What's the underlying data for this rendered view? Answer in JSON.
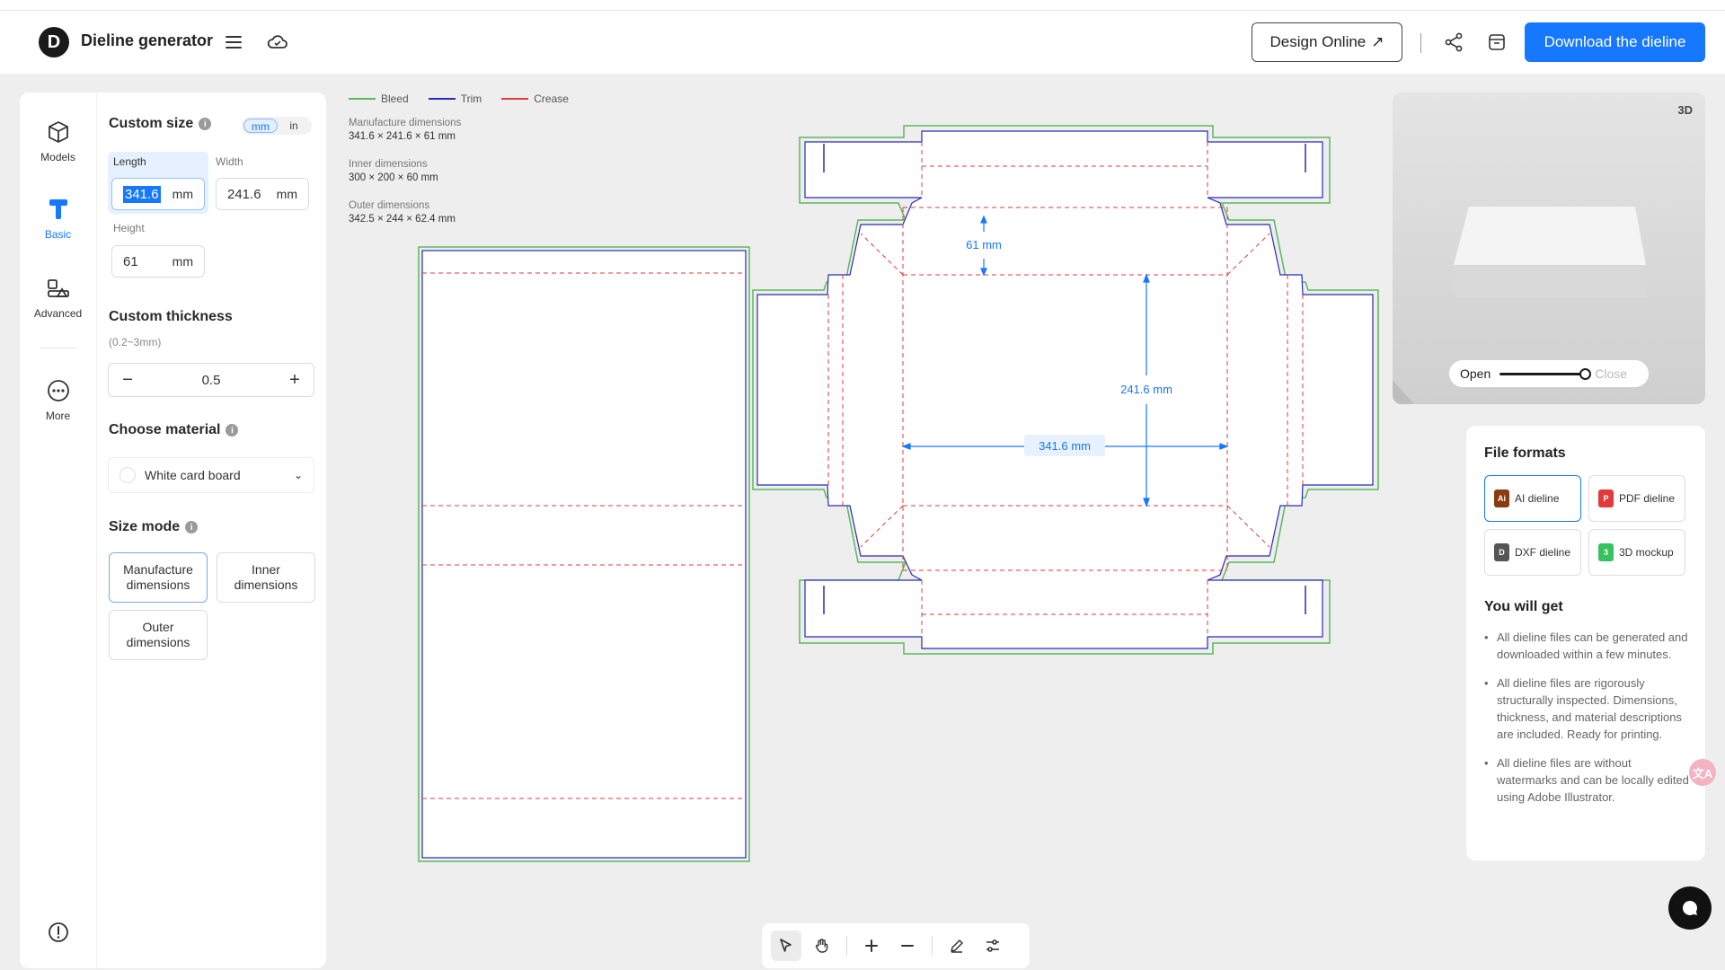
{
  "header": {
    "logo_letter": "D",
    "app_title": "Dieline generator",
    "design_online_label": "Design Online",
    "design_online_arrow": "↗",
    "download_label": "Download the dieline"
  },
  "rail": {
    "items": [
      {
        "label": "Models",
        "icon": "cube-icon"
      },
      {
        "label": "Basic",
        "icon": "text-t-icon"
      },
      {
        "label": "Advanced",
        "icon": "shapes-icon"
      },
      {
        "label": "More",
        "icon": "more-circle-icon"
      }
    ]
  },
  "panel": {
    "custom_size": {
      "title": "Custom size",
      "units": [
        "mm",
        "in"
      ],
      "active_unit": "mm",
      "length": {
        "label": "Length",
        "value": "341.6",
        "unit": "mm"
      },
      "width": {
        "label": "Width",
        "value": "241.6",
        "unit": "mm"
      },
      "height": {
        "label": "Height",
        "value": "61",
        "unit": "mm"
      }
    },
    "thickness": {
      "title": "Custom thickness",
      "range_note": "(0.2~3mm)",
      "value": "0.5",
      "minus": "−",
      "plus": "+"
    },
    "material": {
      "title": "Choose material",
      "selected": "White card board",
      "chevron": "⌄"
    },
    "size_mode": {
      "title": "Size mode",
      "options": [
        {
          "label": "Manufacture dimensions"
        },
        {
          "label": "Inner dimensions"
        },
        {
          "label": "Outer dimensions"
        }
      ],
      "selected": "Manufacture dimensions"
    }
  },
  "canvas": {
    "legend": [
      {
        "label": "Bleed",
        "color": "#5cb85c"
      },
      {
        "label": "Trim",
        "color": "#2a2ab8"
      },
      {
        "label": "Crease",
        "color": "#e03b3b"
      }
    ],
    "dimensions": [
      {
        "label": "Manufacture dimensions",
        "value": "341.6 × 241.6 × 61 mm"
      },
      {
        "label": "Inner dimensions",
        "value": "300 × 200 × 60 mm"
      },
      {
        "label": "Outer dimensions",
        "value": "342.5 × 244 × 62.4 mm"
      }
    ],
    "annotations": {
      "height": "61 mm",
      "width": "241.6 mm",
      "length": "341.6 mm"
    }
  },
  "preview": {
    "badge": "3D",
    "open_label": "Open",
    "close_label": "Close",
    "open_level": 1.0
  },
  "files": {
    "title": "File formats",
    "formats": [
      {
        "label": "AI dieline",
        "icon_text": "Ai",
        "color": "#8a3b0f"
      },
      {
        "label": "PDF dieline",
        "icon_text": "P",
        "color": "#e23a3a"
      },
      {
        "label": "DXF dieline",
        "icon_text": "D",
        "color": "#555555"
      },
      {
        "label": "3D mockup",
        "icon_text": "3",
        "color": "#37c15f"
      }
    ],
    "selected": "AI dieline",
    "you_will_get_title": "You will get",
    "bullets": [
      "All dieline files can be generated and downloaded within a few minutes.",
      "All dieline files are rigorously structurally inspected. Dimensions, thickness, and material descriptions are included. Ready for printing.",
      "All dieline files are without watermarks and can be locally edited using Adobe Illustrator."
    ]
  },
  "fab": {
    "translate_text": "文A"
  },
  "colors": {
    "accent": "#1677ff",
    "bleed": "#5cb85c",
    "trim": "#2a2ab8",
    "crease": "#e03b3b"
  }
}
